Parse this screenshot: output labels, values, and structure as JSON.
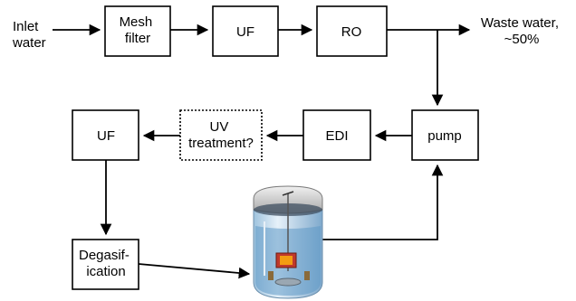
{
  "inlet": {
    "line1": "Inlet",
    "line2": "water"
  },
  "waste": {
    "line1": "Waste water,",
    "line2": "~50%"
  },
  "boxes": {
    "mesh_filter": {
      "line1": "Mesh",
      "line2": "filter"
    },
    "uf_top": "UF",
    "ro": "RO",
    "pump": "pump",
    "edi": "EDI",
    "uv": {
      "line1": "UV",
      "line2": "treatment?"
    },
    "uf_left": "UF",
    "degas": {
      "line1": "Degasif-",
      "line2": "ication"
    }
  },
  "colors": {
    "line": "#000000",
    "tank_body": "#cfe4f2",
    "tank_water": "#5f99c6",
    "tank_top": "#c9c9c9",
    "heater": "#c0392b"
  }
}
